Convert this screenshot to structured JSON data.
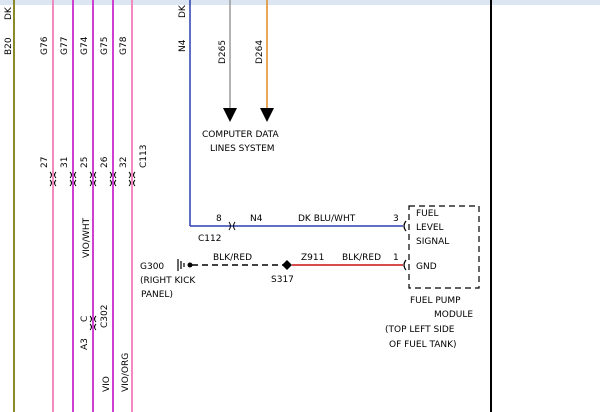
{
  "wires": {
    "b20": "B20",
    "dk_top": "DK",
    "g76": "G76",
    "g77": "G77",
    "g74": "G74",
    "g75": "G75",
    "g78": "G78",
    "n4_top": "N4",
    "dk_mid": "DK",
    "d265": "D265",
    "d264": "D264"
  },
  "connectors": {
    "c27": "27",
    "c31": "31",
    "c25": "25",
    "c26": "26",
    "c32": "32",
    "c113": "C113",
    "a3": "A3",
    "c_letter": "C",
    "c302": "C302"
  },
  "wire_colors": {
    "vio_wht": "VIO/WHT",
    "vio": "VIO",
    "vio_org": "VIO/ORG"
  },
  "computer_data": {
    "line1": "COMPUTER DATA",
    "line2": "LINES SYSTEM"
  },
  "signal_circuit": {
    "pin_left": "8",
    "circuit": "N4",
    "wire_color": "DK BLU/WHT",
    "pin_right": "3",
    "connector": "C112"
  },
  "ground_circuit": {
    "ground_id": "G300",
    "ground_loc1": "(RIGHT KICK",
    "ground_loc2": "PANEL)",
    "wire_color_left": "BLK/RED",
    "circuit": "Z911",
    "wire_color_right": "BLK/RED",
    "pin_right": "1",
    "splice": "S317"
  },
  "module": {
    "fuel": "FUEL",
    "level": "LEVEL",
    "signal": "SIGNAL",
    "gnd": "GND",
    "name1": "FUEL PUMP",
    "name2": "MODULE",
    "loc1": "(TOP LEFT SIDE",
    "loc2": "OF FUEL TANK)"
  },
  "colors": {
    "olive": "#8a8a2a",
    "pink": "#f08ac0",
    "magenta": "#d040d0",
    "blue": "#2c3fb0",
    "gray": "#9a9a9a",
    "orange": "#e08a20",
    "red": "#cc1111"
  }
}
